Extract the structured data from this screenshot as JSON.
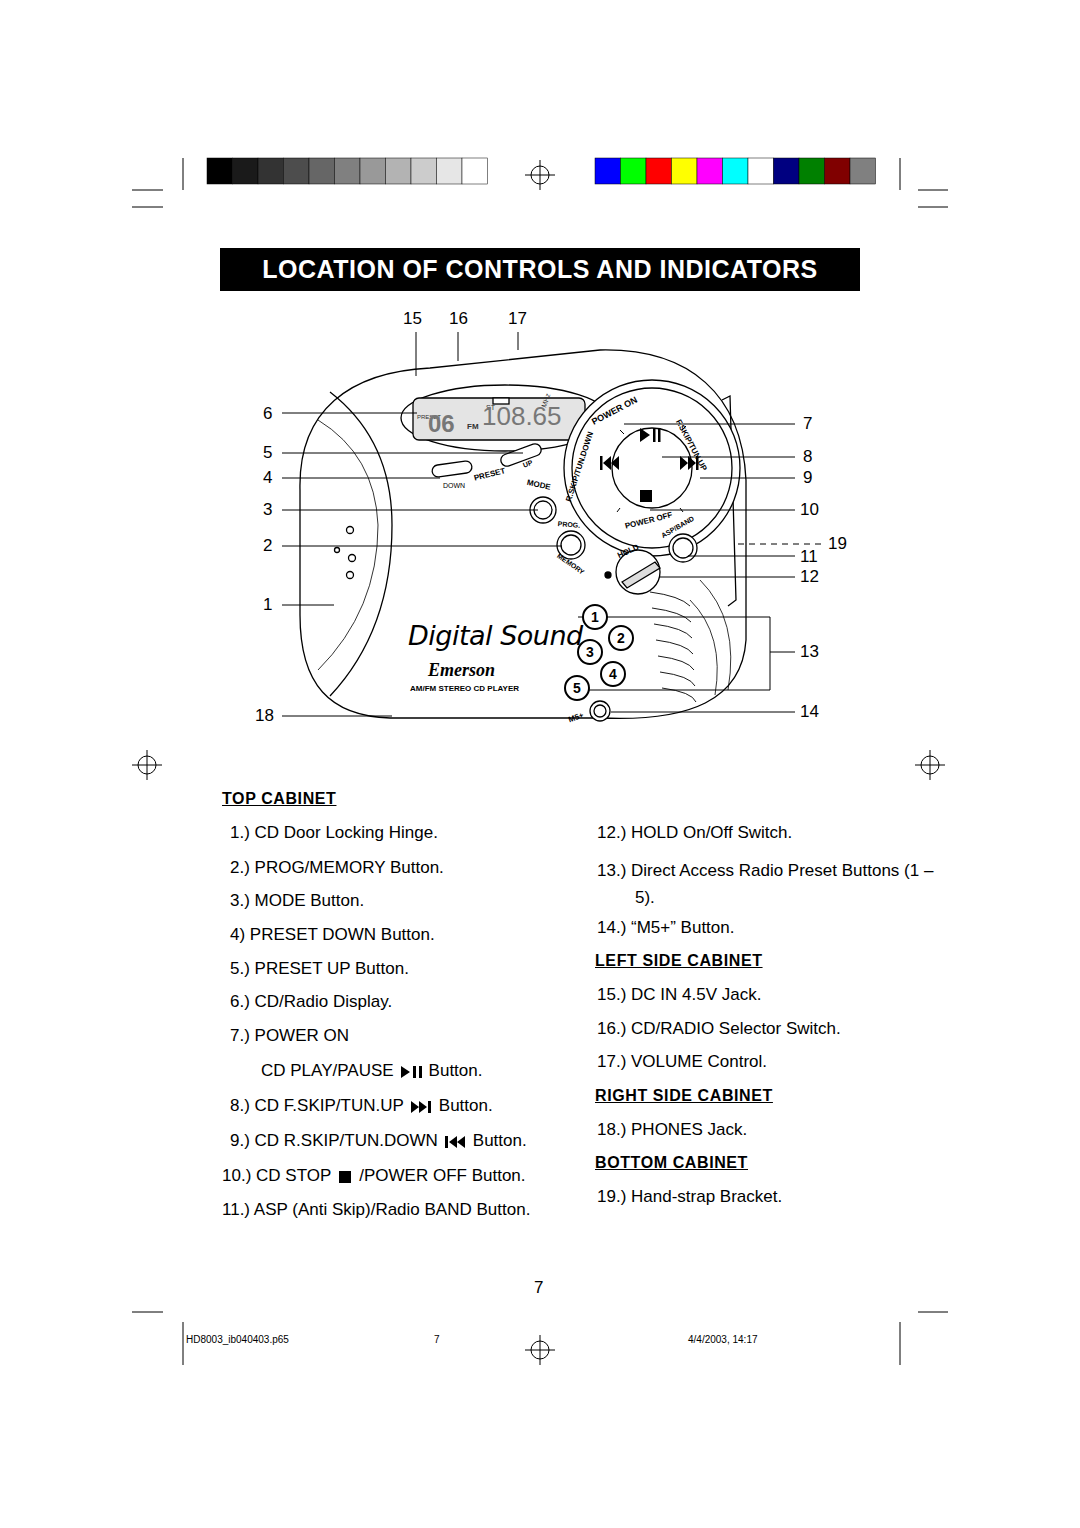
{
  "diagram": {
    "title": "LOCATION OF CONTROLS AND INDICATORS",
    "nodes": [
      {
        "text": [
          "1"
        ]
      },
      {
        "text": [
          "2"
        ]
      },
      {
        "text": [
          "3"
        ]
      },
      {
        "text": [
          "4"
        ]
      },
      {
        "text": [
          "5"
        ]
      }
    ],
    "labels": [
      "15",
      "16",
      "17",
      "6",
      "5",
      "4",
      "3",
      "2",
      "1",
      "18",
      "7",
      "8",
      "9",
      "10",
      "19",
      "11",
      "12",
      "13",
      "14",
      "PRESET",
      "ST",
      "06",
      "FM",
      "108.65",
      "MHz",
      "DOWN",
      "PRESET",
      "UP",
      "MODE",
      "PROG.",
      "MEMORY",
      "POWER ON",
      "F.SKIP/TUN.UP",
      "R.SKIP/TUN.DOWN",
      "POWER OFF",
      "ASP/BAND",
      "HOLD",
      "Digital Sound",
      "Emerson",
      "AM/FM STEREO CD PLAYER",
      "M5+",
      "TOP CABINET",
      "1.) CD Door Locking Hinge.",
      "2.) PROG/MEMORY Button.",
      "3.) MODE Button.",
      "4) PRESET DOWN Button.",
      "5.) PRESET UP Button.",
      "6.) CD/Radio Display.",
      "7.) POWER ON",
      "CD PLAY/PAUSE",
      "Button.",
      "8.) CD F.SKIP/TUN.UP",
      "Button.",
      "9.) CD R.SKIP/TUN.DOWN",
      "Button.",
      "10.) CD STOP",
      "/POWER OFF Button.",
      "11.) ASP (Anti Skip)/Radio BAND Button.",
      "12.) HOLD On/Off Switch.",
      "13.) Direct Access Radio Preset Buttons (1 – 5).",
      "14.) “M5+” Button.",
      "LEFT SIDE CABINET",
      "15.) DC IN 4.5V Jack.",
      "16.) CD/RADIO Selector Switch.",
      "17.) VOLUME Control.",
      "RIGHT SIDE CABINET",
      "18.) PHONES Jack.",
      "BOTTOM CABINET",
      "19.) Hand-strap Bracket.",
      "7",
      "HD8003_ib040403.p65",
      "7",
      "4/4/2003, 14:17"
    ]
  }
}
